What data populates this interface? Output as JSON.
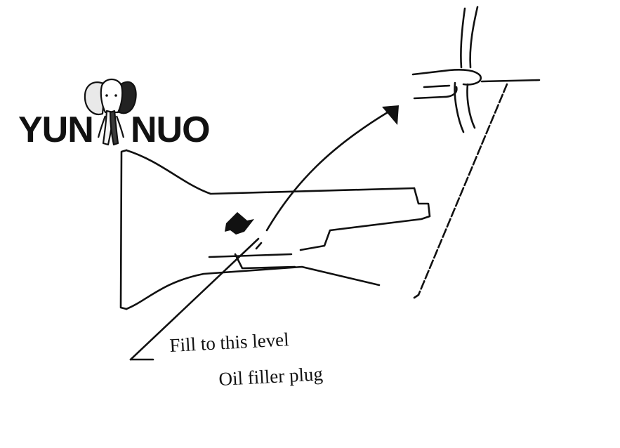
{
  "logo": {
    "left_text": "YUN",
    "right_text": "NUO",
    "icon": "elephant-icon"
  },
  "labels": {
    "fill_level": "Fill to this level",
    "filler_plug": "Oil filler plug"
  },
  "colors": {
    "ink": "#111111",
    "background": "#ffffff"
  }
}
